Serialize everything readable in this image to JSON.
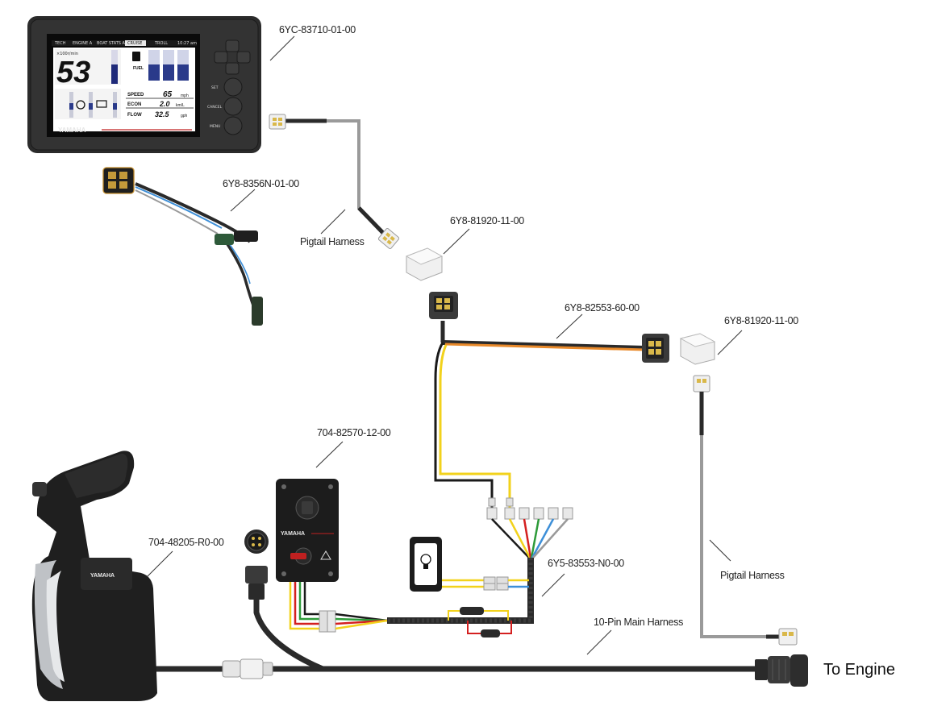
{
  "labels": {
    "display_part": "6YC-83710-01-00",
    "sensor_harness_part": "6Y8-8356N-01-00",
    "pigtail_left": "Pigtail Harness",
    "connector_top_part": "6Y8-81920-11-00",
    "extension_harness_part": "6Y8-82553-60-00",
    "connector_right_part": "6Y8-81920-11-00",
    "switch_panel_part": "704-82570-12-00",
    "remote_control_part": "704-48205-R0-00",
    "hub_harness_part": "6Y5-83553-N0-00",
    "main_harness": "10-Pin Main Harness",
    "pigtail_right": "Pigtail Harness",
    "to_engine": "To Engine"
  },
  "gauge": {
    "brand": "YAMAHA",
    "rpm_value": "53",
    "rpm_unit": "×100r/min",
    "fuel_label": "FUEL",
    "speed_label": "SPEED",
    "speed_value": "65",
    "speed_unit": "mph",
    "econ_label": "ECON",
    "econ_value": "2.0",
    "econ_unit": "km/L",
    "flow_label": "FLOW",
    "flow_value": "32.5",
    "flow_unit": "gph",
    "tabs": [
      "TECH",
      "ENGINE A",
      "BOAT STATS A",
      "CRUISE",
      "TROLL",
      "10:27 am"
    ],
    "button_set": "SET",
    "button_cancel": "CANCEL",
    "button_menu": "MENU"
  },
  "panel": {
    "brand": "YAMAHA"
  },
  "remote": {
    "brand": "YAMAHA"
  },
  "colors": {
    "orange_wire": "#e8892a",
    "yellow_wire": "#f2d21c",
    "black_wire": "#1a1a1a",
    "red_wire": "#d42020",
    "green_wire": "#2e9b3a",
    "blue_wire": "#3d8fd8",
    "gray_cable": "#9a9a9a"
  }
}
